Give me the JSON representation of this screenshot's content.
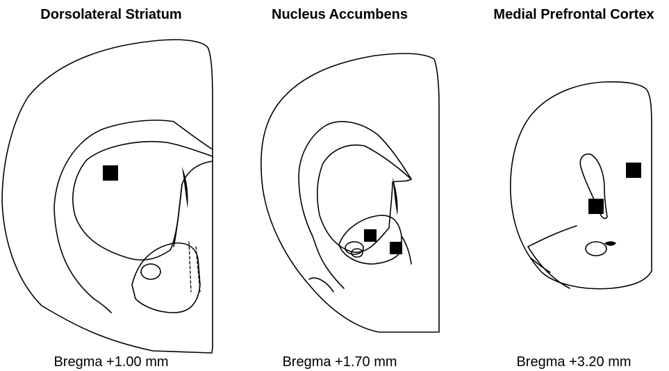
{
  "panels": [
    {
      "title": "Dorsolateral Striatum",
      "caption": "Bregma +1.00 mm",
      "marker_count": 1
    },
    {
      "title": "Nucleus Accumbens",
      "caption": "Bregma +1.70 mm",
      "marker_count": 2
    },
    {
      "title": "Medial Prefrontal Cortex",
      "caption": "Bregma +3.20 mm",
      "marker_count": 2
    }
  ],
  "colors": {
    "line": "#000000",
    "marker": "#000000",
    "background": "#ffffff"
  }
}
